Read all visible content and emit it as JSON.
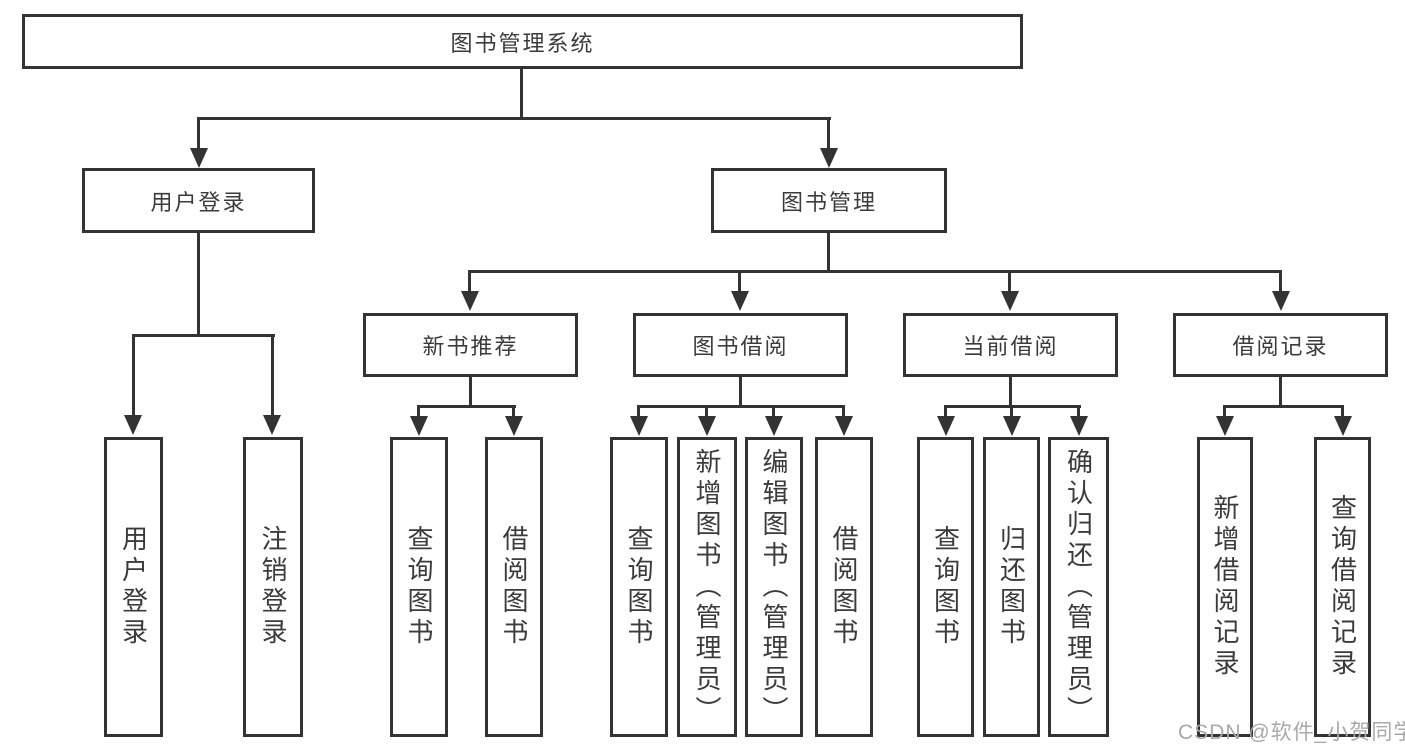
{
  "colors": {
    "line": "#333333",
    "border": "#333333",
    "text": "#3b3b3b",
    "background": "#ffffff",
    "watermark": "#a9a9a9"
  },
  "tree": {
    "label": "图书管理系统",
    "children": [
      {
        "label": "用户登录",
        "children": [
          {
            "label": "用户登录"
          },
          {
            "label": "注销登录"
          }
        ]
      },
      {
        "label": "图书管理",
        "children": [
          {
            "label": "新书推荐",
            "children": [
              {
                "label": "查询图书"
              },
              {
                "label": "借阅图书"
              }
            ]
          },
          {
            "label": "图书借阅",
            "children": [
              {
                "label": "查询图书"
              },
              {
                "label": "新增图书（管理员）"
              },
              {
                "label": "编辑图书（管理员）"
              },
              {
                "label": "借阅图书"
              }
            ]
          },
          {
            "label": "当前借阅",
            "children": [
              {
                "label": "查询图书"
              },
              {
                "label": "归还图书"
              },
              {
                "label": "确认归还（管理员）"
              }
            ]
          },
          {
            "label": "借阅记录",
            "children": [
              {
                "label": "新增借阅记录"
              },
              {
                "label": "查询借阅记录"
              }
            ]
          }
        ]
      }
    ]
  },
  "watermark": {
    "text": "CSDN @软件_小贺同学"
  }
}
